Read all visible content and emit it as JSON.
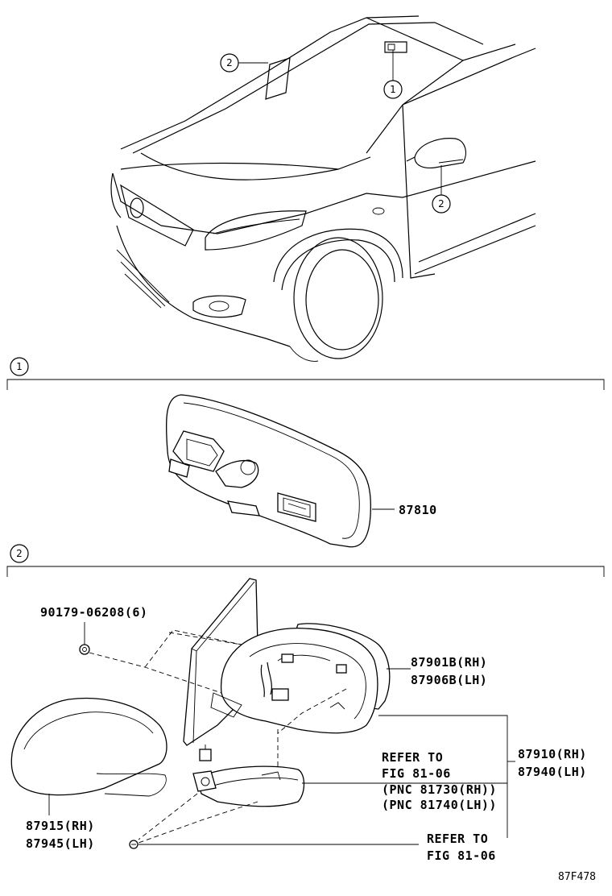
{
  "callouts": {
    "interior_mirror": "1",
    "outer_mirror": "2"
  },
  "sections": {
    "section1_index": "1",
    "section2_index": "2"
  },
  "parts": {
    "inner_mirror": "87810",
    "screw_part": "90179-06208(6)",
    "mirror_body_rh": "87901B(RH)",
    "mirror_body_lh": "87906B(LH)",
    "mirror_assy_rh": "87910(RH)",
    "mirror_assy_lh": "87940(LH)",
    "cover_rh": "87915(RH)",
    "cover_lh": "87945(LH)"
  },
  "references": {
    "ref1_line1": "REFER TO",
    "ref1_line2": "FIG 81-06",
    "ref1_line3": "(PNC 81730(RH))",
    "ref1_line4": "(PNC 81740(LH))",
    "ref2_line1": "REFER TO",
    "ref2_line2": "FIG 81-06"
  },
  "figure_code": "87F478"
}
